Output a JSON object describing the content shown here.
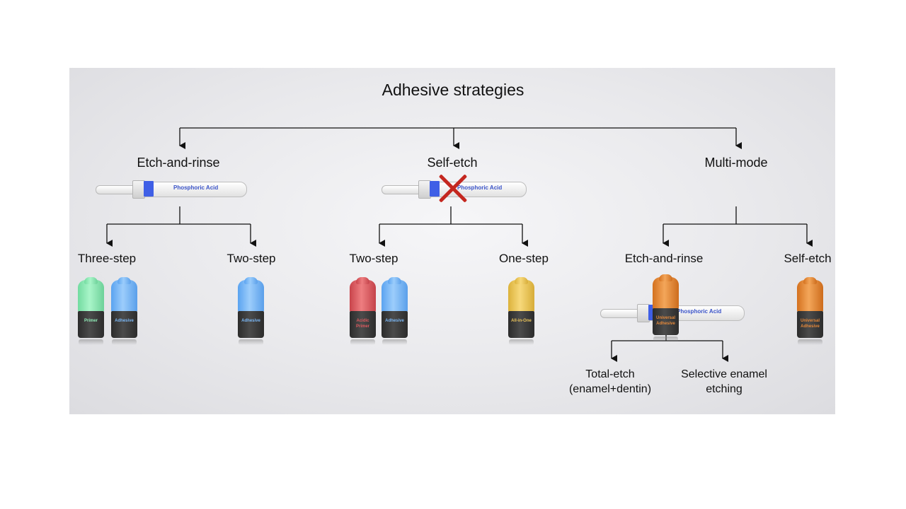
{
  "title": "Adhesive strategies",
  "level1": [
    "Etch-and-rinse",
    "Self-etch",
    "Multi-mode"
  ],
  "etch_and_rinse": {
    "children": [
      "Three-step",
      "Two-step"
    ]
  },
  "self_etch": {
    "children": [
      "Two-step",
      "One-step"
    ]
  },
  "multi_mode": {
    "children": [
      "Etch-and-rinse",
      "Self-etch"
    ],
    "sub_children": [
      "Total-etch\n(enamel+dentin)",
      "Selective enamel\netching"
    ]
  },
  "syringe_label": "Phosphoric Acid",
  "bottles": {
    "primer": "Primer",
    "adhesive": "Adhesive",
    "acidic_primer": "Acidic\nPrimer",
    "all_in_one": "All-in-One",
    "universal_adhesive": "Universal\nAdhesive"
  },
  "colors": {
    "primer_cap": "#8fecb6",
    "adhesive_cap": "#7bb8f6",
    "acidic_primer_cap": "#de5a5f",
    "all_in_one_cap": "#ecc55a",
    "universal_cap": "#e4883a",
    "cross": "#c4271f",
    "syringe_band": "#3f5fe6"
  }
}
